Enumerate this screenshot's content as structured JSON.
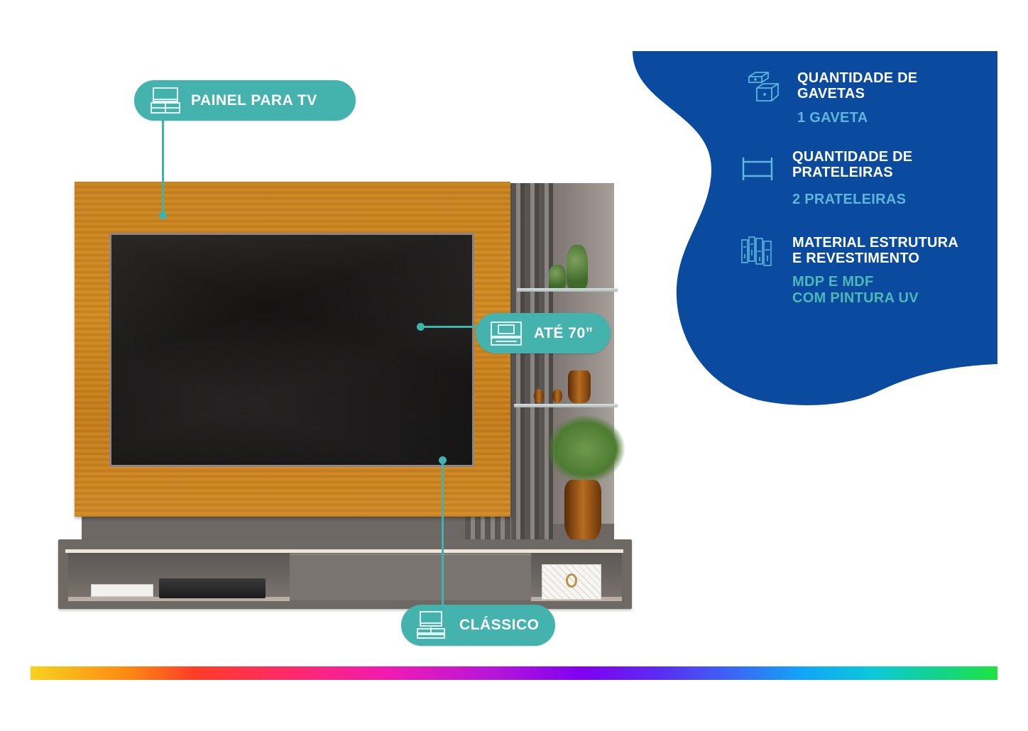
{
  "callouts": {
    "panel": {
      "label": "PAINEL PARA TV",
      "icon": "tv-panel-icon"
    },
    "tv_size": {
      "label": "ATÉ 70”",
      "icon": "tv-icon"
    },
    "style": {
      "label": "CLÁSSICO",
      "icon": "tv-stand-icon"
    }
  },
  "specs": [
    {
      "title_line1": "QUANTIDADE DE",
      "title_line2": "GAVETAS",
      "value_line1": "1 GAVETA",
      "value_line2": "",
      "icon": "drawers-icon"
    },
    {
      "title_line1": "QUANTIDADE DE",
      "title_line2": "PRATELEIRAS",
      "value_line1": "2 PRATELEIRAS",
      "value_line2": "",
      "icon": "shelf-icon"
    },
    {
      "title_line1": "MATERIAL ESTRUTURA",
      "title_line2": "E REVESTIMENTO",
      "value_line1": "MDP E MDF",
      "value_line2": "COM PINTURA UV",
      "icon": "wood-boards-icon"
    }
  ],
  "colors": {
    "blob_blue": "#0a4a9f",
    "callout_teal": "#44b3ad",
    "spec_value_blue": "#5fb6d8",
    "spec_value_teal": "#4eb7b8",
    "wood": "#c98421"
  }
}
